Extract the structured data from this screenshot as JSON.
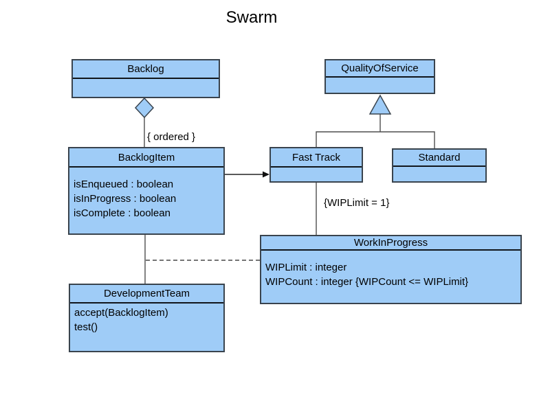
{
  "diagram": {
    "title": "Swarm",
    "colors": {
      "background": "#ffffff",
      "box-fill": "#9fccf7",
      "box-border": "#39434d",
      "divider": "#10151a",
      "line": "#4d4d4d",
      "text": "#000000"
    }
  },
  "classes": [
    {
      "name": "Backlog",
      "members": []
    },
    {
      "name": "QualityOfService",
      "members": []
    },
    {
      "name": "BacklogItem",
      "members": [
        "isEnqueued : boolean",
        "isInProgress : boolean",
        "isComplete : boolean"
      ]
    },
    {
      "name": "Fast Track",
      "members": []
    },
    {
      "name": "Standard",
      "members": []
    },
    {
      "name": "WorkInProgress",
      "members": [
        "WIPLimit : integer",
        "WIPCount : integer {WIPCount <= WIPLimit}"
      ]
    },
    {
      "name": "DevelopmentTeam",
      "members": [
        "accept(BacklogItem)",
        "test()"
      ]
    }
  ],
  "edge_labels": {
    "ordered": "{ ordered }",
    "wip_limit": "{WIPLimit = 1}"
  }
}
